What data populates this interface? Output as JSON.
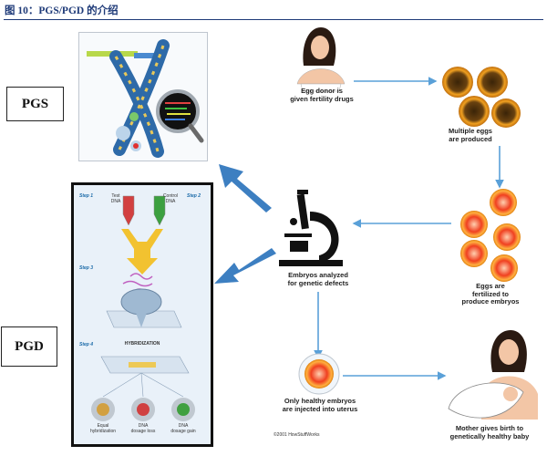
{
  "header": {
    "title": "图 10：PGS/PGD 的介绍"
  },
  "labels": {
    "pgs": "PGS",
    "pgd": "PGD"
  },
  "process": {
    "egg_donor": "Egg donor is\ngiven fertility drugs",
    "multiple_eggs": "Multiple eggs\nare produced",
    "fertilized": "Eggs are\nfertilized to\nproduce embryos",
    "analyzed": "Embryos analyzed\nfor genetic defects",
    "injected": "Only healthy embryos\nare injected into uterus",
    "birth": "Mother gives birth to\ngenetically healthy baby",
    "copyright": "©2001 HowStuffWorks"
  },
  "pgd_panel": {
    "step1": "Step 1",
    "step2": "Step 2",
    "step3": "Step 3",
    "step4": "Step 4",
    "test_dna": "Test\nDNA",
    "control_dna": "Control\nDNA",
    "hybridization": "HYBRIDIZATION",
    "result_equal": "Equal\nhybridization",
    "result_loss": "DNA\ndosage loss",
    "result_gain": "DNA\ndosage gain"
  },
  "colors": {
    "title": "#1e3a78",
    "arrow": "#3d7fc1",
    "connector": "#5aa0d8",
    "egg_fill": "#f0a020",
    "embryo_fill": "#f04020"
  }
}
